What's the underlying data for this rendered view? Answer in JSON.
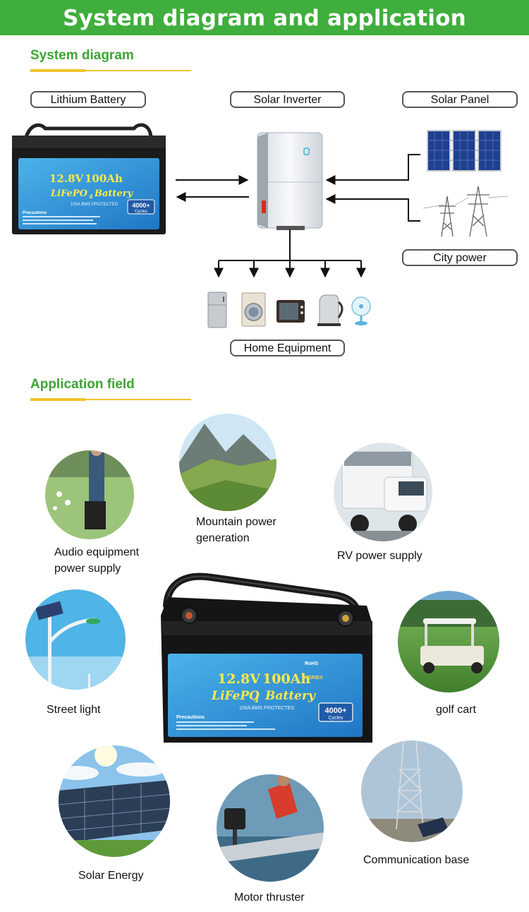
{
  "header": {
    "title": "System diagram and application"
  },
  "system": {
    "title": "System diagram",
    "labels": {
      "battery": "Lithium Battery",
      "inverter": "Solar Inverter",
      "panel": "Solar Panel",
      "city": "City power",
      "home": "Home Equipment"
    },
    "battery_label": {
      "voltage": "12.8V",
      "capacity": "100Ah",
      "chemistry": "LiFePO",
      "chem_sub": "4",
      "word": "Battery",
      "series": "SERIES",
      "bms": "100A BMS PROTECTED",
      "cycles_num": "4000+",
      "cycles_word": "Cycles",
      "precautions": "Precautions",
      "rohs": "RoHS"
    }
  },
  "application": {
    "title": "Application field",
    "items": {
      "audio": "Audio equipment power supply",
      "mountain": "Mountain power generation",
      "rv": "RV power supply",
      "street": "Street light",
      "golf": "golf cart",
      "solar": "Solar Energy",
      "motor": "Motor thruster",
      "comm": "Communication base"
    }
  },
  "colors": {
    "brand_green": "#3fae3c",
    "accent_yellow": "#f1c22c",
    "label_blue": "#2f8fd4"
  }
}
